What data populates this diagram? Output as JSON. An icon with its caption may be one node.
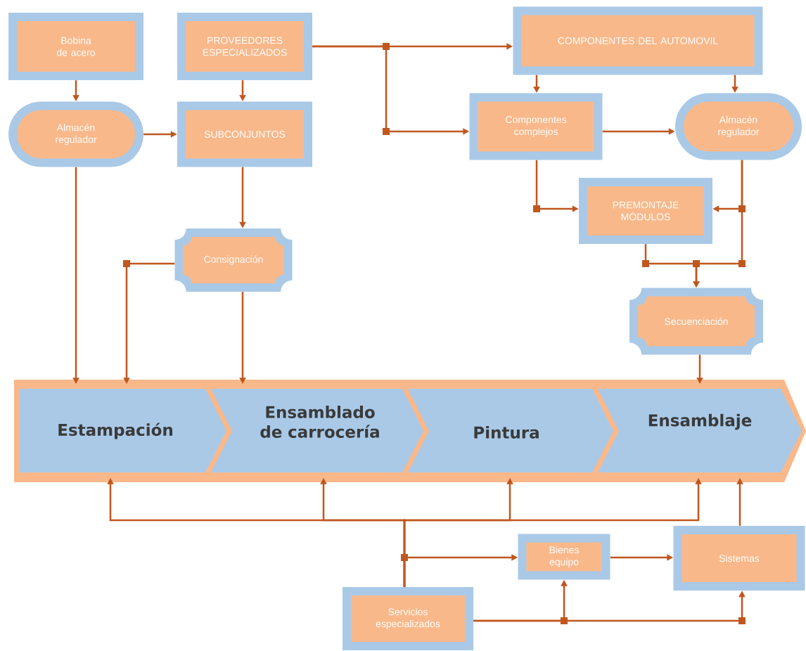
{
  "diagram": {
    "nodes": [
      {
        "text": [
          "Bobina de acero"
        ]
      },
      {
        "text": [
          "PROVEEDORES ESPECIALIZADOS"
        ]
      },
      {
        "text": [
          "Almacén regulador"
        ]
      },
      {
        "text": [
          "SUBCONJUNTOS"
        ]
      },
      {
        "text": [
          "Consignación"
        ]
      },
      {
        "text": [
          "COMPONENTES DEL AUTOMOVIL"
        ]
      },
      {
        "text": [
          "Componentes complejos"
        ]
      },
      {
        "text": [
          "Almacén regulador"
        ]
      },
      {
        "text": [
          "PREMONTAJE MÓDULOS"
        ]
      },
      {
        "text": [
          "Secuenciación"
        ]
      },
      {
        "text": [
          "Estampación"
        ]
      },
      {
        "text": [
          "Ensamblado de carrocería"
        ]
      },
      {
        "text": [
          "Pintura"
        ]
      },
      {
        "text": [
          "Ensamblaje"
        ]
      },
      {
        "text": [
          "Servicios especializados"
        ]
      },
      {
        "text": [
          "Bienes equipo"
        ]
      },
      {
        "text": [
          "Sistemas"
        ]
      }
    ],
    "edges": [
      {
        "from": 1,
        "to": 5,
        "arrow": "to"
      },
      {
        "from": 1,
        "to": 6,
        "arrow": "to"
      },
      {
        "from": 0,
        "to": 2,
        "arrow": "to"
      },
      {
        "from": 1,
        "to": 3,
        "arrow": "to"
      },
      {
        "from": 2,
        "to": 3,
        "arrow": "to"
      },
      {
        "from": 3,
        "to": 4,
        "arrow": "to"
      },
      {
        "from": 2,
        "to": 10,
        "arrow": "to"
      },
      {
        "from": 4,
        "to": 10,
        "arrow": "to"
      },
      {
        "from": 4,
        "to": 11,
        "arrow": "to"
      },
      {
        "from": 5,
        "to": 6,
        "arrow": "to"
      },
      {
        "from": 5,
        "to": 7,
        "arrow": "to"
      },
      {
        "from": 6,
        "to": 7,
        "arrow": "to"
      },
      {
        "from": 6,
        "to": 8,
        "arrow": "to"
      },
      {
        "from": 7,
        "to": 8,
        "arrow": "to"
      },
      {
        "from": 8,
        "to": 9,
        "arrow": "to"
      },
      {
        "from": 7,
        "to": 9,
        "arrow": "to"
      },
      {
        "from": 9,
        "to": 13,
        "arrow": "to"
      },
      {
        "from": 14,
        "to": 10,
        "arrow": "to"
      },
      {
        "from": 14,
        "to": 11,
        "arrow": "to"
      },
      {
        "from": 14,
        "to": 12,
        "arrow": "to"
      },
      {
        "from": 14,
        "to": 13,
        "arrow": "to"
      },
      {
        "from": 14,
        "to": 15,
        "arrow": "to"
      },
      {
        "from": 14,
        "to": 15,
        "arrow": "to"
      },
      {
        "from": 14,
        "to": 16,
        "arrow": "to"
      },
      {
        "from": 15,
        "to": 16,
        "arrow": "to"
      },
      {
        "from": 16,
        "to": 13,
        "arrow": "to"
      }
    ]
  }
}
